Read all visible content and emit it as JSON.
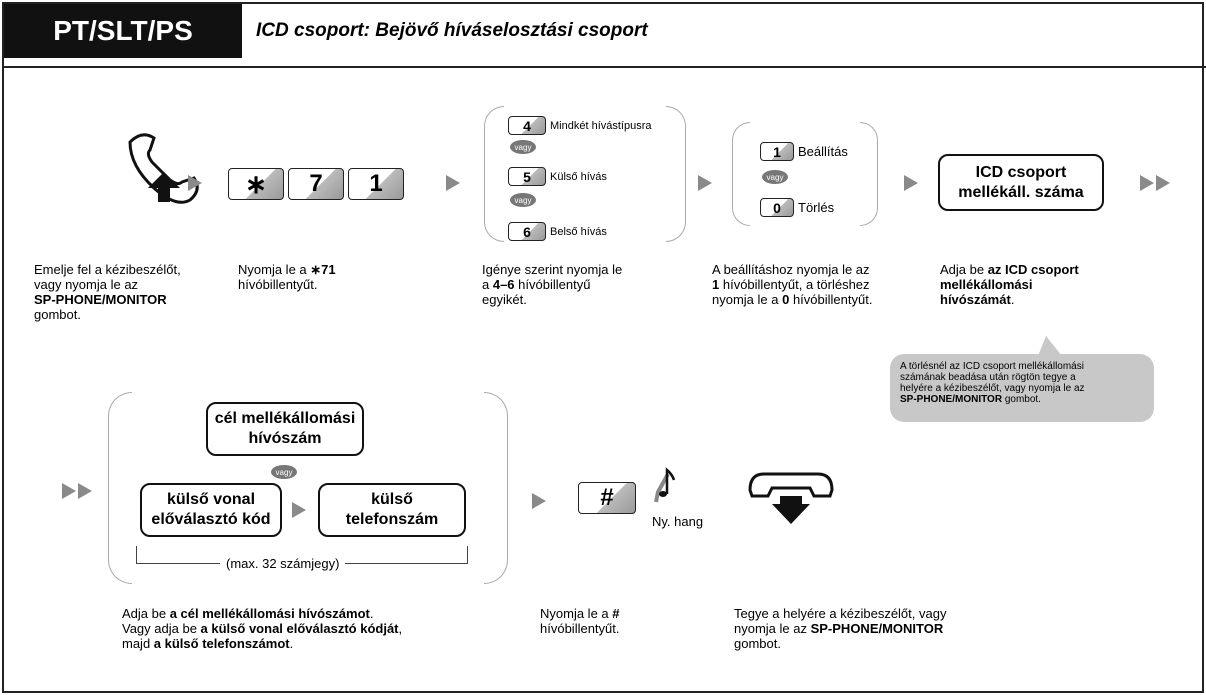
{
  "header": {
    "badge": "PT/SLT/PS",
    "title": "ICD csoport: Bejövő híváselosztási csoport"
  },
  "step1": {
    "desc_line1": "Emelje fel a kézibeszélőt,",
    "desc_line2": "vagy nyomja le az",
    "desc_bold": "SP-PHONE/MONITOR",
    "desc_line4": "gombot.",
    "icon": "handset-off-hook-icon"
  },
  "step2": {
    "keys": [
      "∗",
      "7",
      "1"
    ],
    "desc_pre": "Nyomja le a ",
    "desc_bold": "∗71",
    "desc_line2": "hívóbillentyűt."
  },
  "step3": {
    "options": [
      {
        "key": "4",
        "label": "Mindkét hívástípusra"
      },
      {
        "key": "5",
        "label": "Külső hívás"
      },
      {
        "key": "6",
        "label": "Belső hívás"
      }
    ],
    "or_label": "vagy",
    "desc_line1": "Igénye szerint nyomja le",
    "desc_pre": "a ",
    "desc_bold": "4–6",
    "desc_post": " hívóbillentyű",
    "desc_line3": "egyikét."
  },
  "step4": {
    "options": [
      {
        "key": "1",
        "label": "Beállítás"
      },
      {
        "key": "0",
        "label": "Törlés"
      }
    ],
    "or_label": "vagy",
    "desc_line1": "A beállításhoz nyomja le az",
    "desc_bold1": "1",
    "desc_line2_post": " hívóbillentyűt, a törléshez",
    "desc_line3_pre": "nyomja le a ",
    "desc_bold2": "0",
    "desc_line3_post": " hívóbillentyűt."
  },
  "step5": {
    "box_line1": "ICD csoport",
    "box_line2": "mellékáll. száma",
    "desc_pre": "Adja be ",
    "desc_bold1": "az ICD csoport",
    "desc_bold2": "mellékállomási",
    "desc_bold3": "hívószámát",
    "desc_post": "."
  },
  "note": {
    "line1": "A törlésnél az ICD csoport mellékállomási",
    "line2": "számának beadása után rögtön tegye a",
    "line3": "helyére a kézibeszélőt, vagy nyomja le az",
    "bold": "SP-PHONE/MONITOR",
    "post": " gombot."
  },
  "step6": {
    "box1_line1": "cél mellékállomási",
    "box1_line2": "hívószám",
    "or_label": "vagy",
    "box2_line1": "külső vonal",
    "box2_line2": "előválasztó kód",
    "box3_line1": "külső",
    "box3_line2": "telefonszám",
    "max_label": "(max. 32 számjegy)",
    "desc1_pre": "Adja be ",
    "desc1_bold": "a cél mellékállomási hívószámot",
    "desc1_post": ".",
    "desc2_pre": "Vagy adja be ",
    "desc2_bold": "a külső vonal előválasztó kódját",
    "desc2_post": ",",
    "desc3_pre": "majd ",
    "desc3_bold": "a külső telefonszámot",
    "desc3_post": "."
  },
  "step7": {
    "key": "#",
    "tone": "Ny. hang",
    "desc_pre": "Nyomja le a ",
    "desc_bold": "#",
    "desc_line2": "hívóbillentyűt."
  },
  "step8": {
    "icon": "handset-on-hook-icon",
    "desc_line1": "Tegye a helyére a kézibeszélőt, vagy",
    "desc_pre": "nyomja le az ",
    "desc_bold": "SP-PHONE/MONITOR",
    "desc_line3": "gombot."
  }
}
